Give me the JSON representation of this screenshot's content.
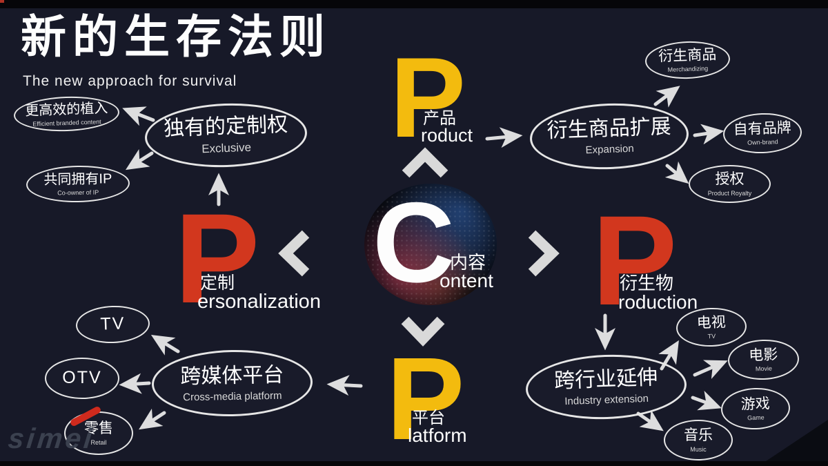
{
  "title": {
    "zh": "新的生存法则",
    "en": "The new approach for survival"
  },
  "nodes": {
    "product": {
      "letter": "P",
      "zh": "产品",
      "en": "roduct"
    },
    "personalization": {
      "letter": "P",
      "zh": "定制",
      "en": "ersonalization"
    },
    "production": {
      "letter": "P",
      "zh": "衍生物",
      "en": "roduction"
    },
    "platform": {
      "letter": "P",
      "zh": "平台",
      "en": "latform"
    },
    "content": {
      "letter": "C",
      "zh": "内容",
      "en": "ontent"
    }
  },
  "bubbles": {
    "efficient": {
      "zh": "更高效的植入",
      "en": "Efficient branded content"
    },
    "exclusive": {
      "zh": "独有的定制权",
      "en": "Exclusive"
    },
    "coowner": {
      "zh": "共同拥有IP",
      "en": "Co-owner of IP"
    },
    "tv_left": {
      "zh": "TV"
    },
    "otv": {
      "zh": "OTV"
    },
    "crossmedia": {
      "zh": "跨媒体平台",
      "en": "Cross-media platform"
    },
    "retail": {
      "zh": "零售",
      "en": "Retail"
    },
    "merchandizing": {
      "zh": "衍生商品",
      "en": "Merchandizing"
    },
    "expansion": {
      "zh": "衍生商品扩展",
      "en": "Expansion"
    },
    "ownbrand": {
      "zh": "自有品牌",
      "en": "Own-brand"
    },
    "royalty": {
      "zh": "授权",
      "en": "Product Royalty"
    },
    "tv_right": {
      "zh": "电视",
      "en": "TV"
    },
    "movie": {
      "zh": "电影",
      "en": "Movie"
    },
    "industry": {
      "zh": "跨行业延伸",
      "en": "Industry extension"
    },
    "game": {
      "zh": "游戏",
      "en": "Game"
    },
    "music": {
      "zh": "音乐",
      "en": "Music"
    }
  },
  "logo": {
    "text": "simei"
  },
  "colors": {
    "background": "#171928",
    "letterbox_bar": "#060609",
    "accent_yellow": "#F3BB0E",
    "accent_red": "#D2371E",
    "chalk_white": "#E6E6E6",
    "text_white": "#FDFDFD",
    "sphere_blue": "#2D5FAA",
    "sphere_red": "#BE3E5C",
    "logo_gray": "#3B414F",
    "logo_red": "#CF2A1D"
  }
}
